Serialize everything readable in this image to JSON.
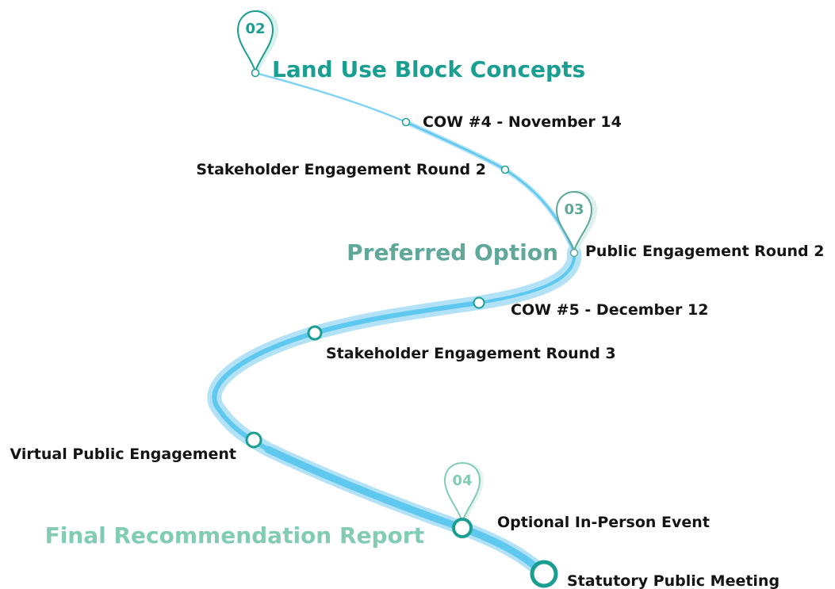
{
  "colors": {
    "path_halo": "#b3e2f7",
    "path_core": "#5ec8ef",
    "pin_dark": "#1a9e92",
    "pin_mid": "#5fa89a",
    "pin_light": "#82cdb1",
    "label_text": "#141414"
  },
  "phases": [
    {
      "number": "02",
      "title": "Land Use Block Concepts",
      "color": "#1a9e92"
    },
    {
      "number": "03",
      "title": "Preferred Option",
      "color": "#5fa89a"
    },
    {
      "number": "04",
      "title": "Final Recommendation Report",
      "color": "#82cdb1"
    }
  ],
  "milestones": [
    {
      "label": "COW #4 - November 14"
    },
    {
      "label": "Stakeholder Engagement Round 2"
    },
    {
      "label": "Public Engagement Round 2"
    },
    {
      "label": "COW #5 - December 12"
    },
    {
      "label": "Stakeholder Engagement Round 3"
    },
    {
      "label": "Virtual Public Engagement"
    },
    {
      "label": "Optional In-Person Event"
    },
    {
      "label": "Statutory Public Meeting"
    }
  ]
}
